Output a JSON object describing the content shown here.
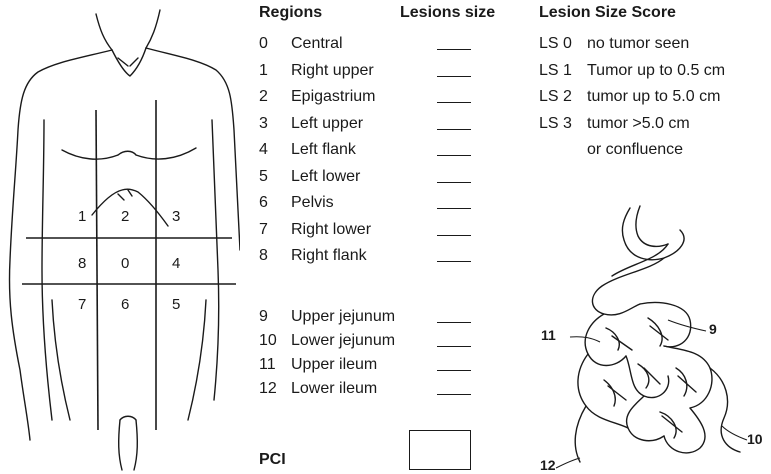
{
  "headers": {
    "regions": "Regions",
    "lesion_size": "Lesions size",
    "lesion_size_score": "Lesion Size Score"
  },
  "regions": [
    {
      "num": "0",
      "name": "Central"
    },
    {
      "num": "1",
      "name": "Right upper"
    },
    {
      "num": "2",
      "name": "Epigastrium"
    },
    {
      "num": "3",
      "name": "Left upper"
    },
    {
      "num": "4",
      "name": "Left flank"
    },
    {
      "num": "5",
      "name": "Left lower"
    },
    {
      "num": "6",
      "name": "Pelvis"
    },
    {
      "num": "7",
      "name": "Right lower"
    },
    {
      "num": "8",
      "name": "Right flank"
    }
  ],
  "bowel_regions": [
    {
      "num": "9",
      "name": "Upper jejunum"
    },
    {
      "num": "10",
      "name": "Lower jejunum"
    },
    {
      "num": "11",
      "name": "Upper ileum"
    },
    {
      "num": "12",
      "name": "Lower ileum"
    }
  ],
  "scores": [
    {
      "code": "LS 0",
      "desc": "no tumor seen"
    },
    {
      "code": "LS 1",
      "desc": "Tumor up to 0.5 cm"
    },
    {
      "code": "LS 2",
      "desc": "tumor up to 5.0 cm"
    },
    {
      "code": "LS 3",
      "desc": "tumor >5.0 cm"
    },
    {
      "code": "",
      "desc": "or confluence"
    }
  ],
  "pci_label": "PCI",
  "body_grid_labels": [
    "1",
    "2",
    "3",
    "8",
    "0",
    "4",
    "7",
    "6",
    "5"
  ],
  "intestine_labels": [
    "11",
    "9",
    "10",
    "12"
  ]
}
